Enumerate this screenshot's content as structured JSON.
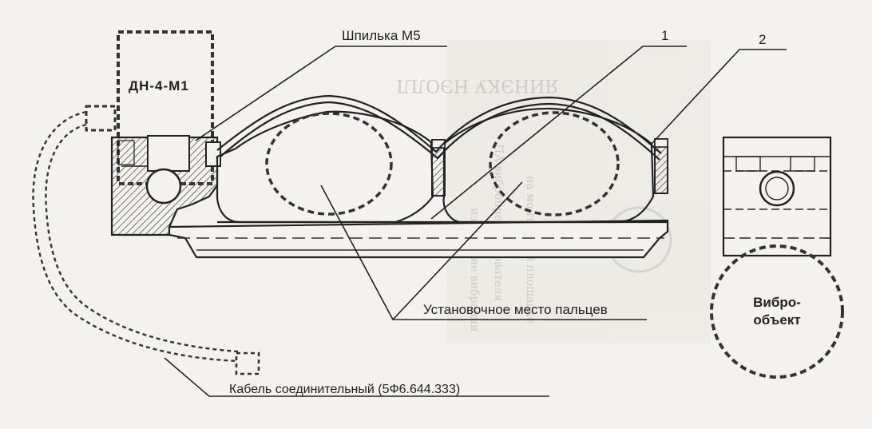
{
  "labels": {
    "sensor": "ДН-4-М1",
    "stud": "Шпилька М5",
    "callout_1": "1",
    "callout_2": "2",
    "finger_place": "Установочное место пальцев",
    "vibro_object_line1": "Вибро-",
    "vibro_object_line2": "объект",
    "cable": "Кабель соединительный (5Ф6.644.333)"
  },
  "colors": {
    "paper": "#f3f2ee",
    "ink": "#222222",
    "hatch": "#555555",
    "ghost_text": "#c9c7c1"
  }
}
